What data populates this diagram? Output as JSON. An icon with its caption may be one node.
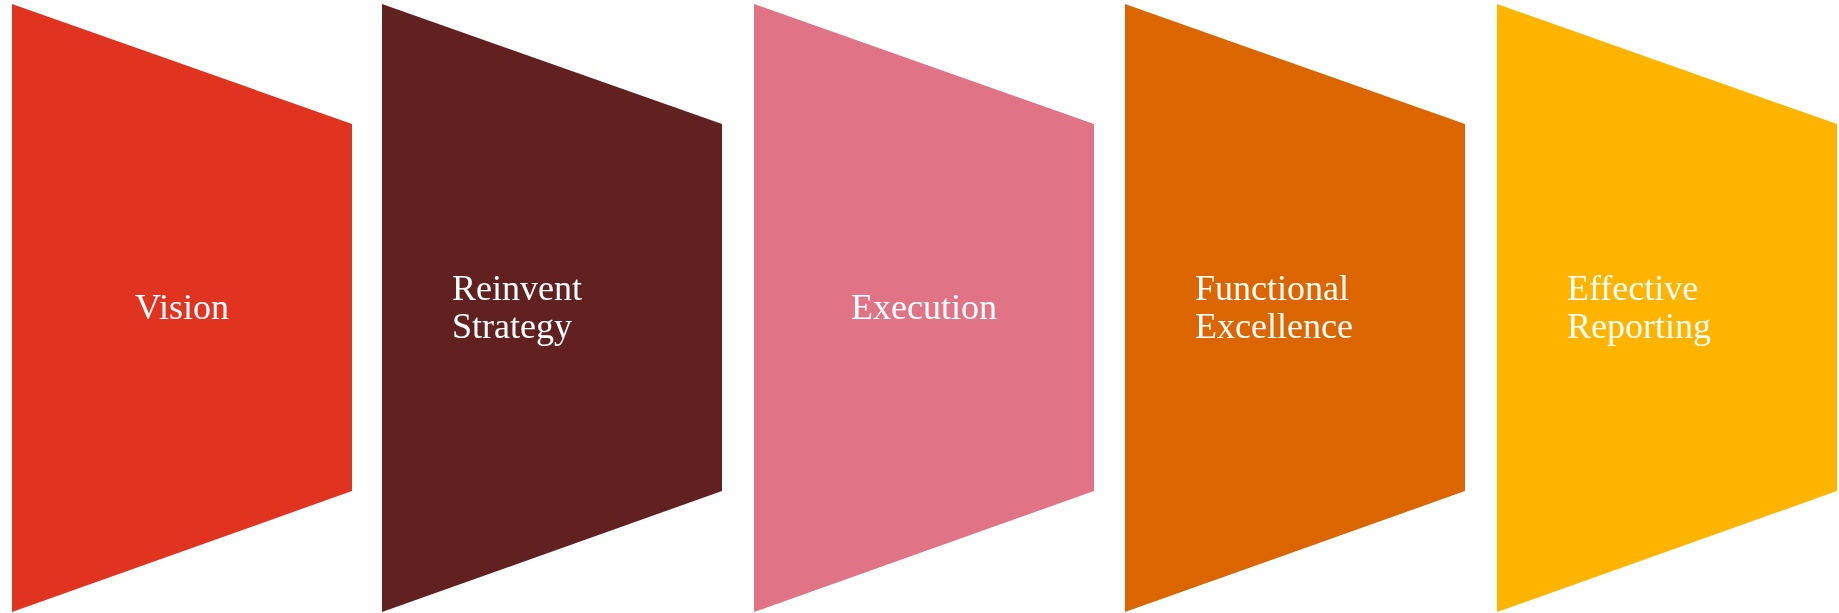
{
  "diagram": {
    "nodes": [
      {
        "text": [
          "Vision"
        ]
      },
      {
        "text": [
          "Reinvent Strategy"
        ]
      },
      {
        "text": [
          "Execution"
        ]
      },
      {
        "text": [
          "Functional Excellence"
        ]
      },
      {
        "text": [
          "Effective Reporting"
        ]
      }
    ]
  }
}
